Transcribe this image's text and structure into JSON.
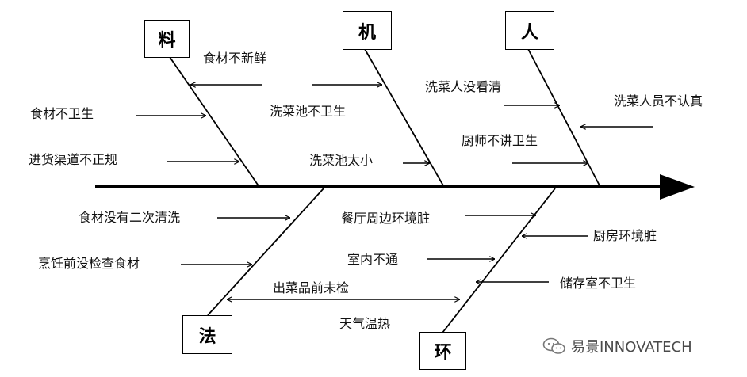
{
  "categories": {
    "material": "料",
    "machine": "机",
    "people": "人",
    "method": "法",
    "environment": "环"
  },
  "causes": {
    "material": [
      "食材不新鲜",
      "食材不卫生",
      "进货渠道不正规"
    ],
    "machine": [
      "洗菜池不卫生",
      "洗菜池太小"
    ],
    "people": [
      "洗菜人没看清",
      "洗菜人员不认真",
      "厨师不讲卫生"
    ],
    "method": [
      "食材没有二次清洗",
      "烹饪前没检查食材",
      "出菜品前未检"
    ],
    "environment": [
      "餐厅周边环境脏",
      "厨房环境脏",
      "室内不通",
      "储存室不卫生",
      "天气温热"
    ]
  },
  "watermark": {
    "text": "易景INNOVATECH",
    "icon": "wechat-icon"
  }
}
